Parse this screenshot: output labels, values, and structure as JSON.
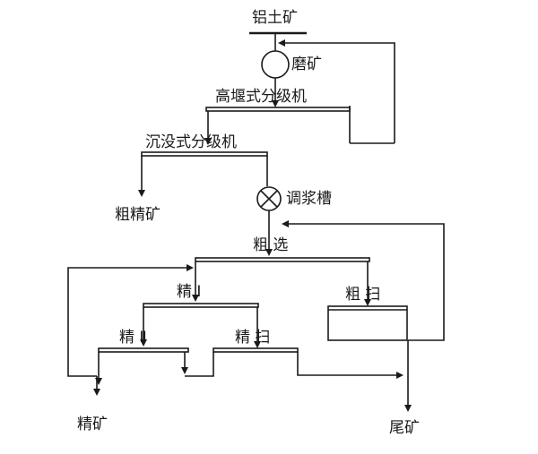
{
  "nodes": {
    "ore": "铝土矿",
    "grinding": "磨矿",
    "weir_classifier": "高堰式分级机",
    "submerged_classifier": "沉没式分级机",
    "rough_concentrate": "粗精矿",
    "conditioning_tank": "调浆槽",
    "roughing": "粗 选",
    "cleaning_1": "精 Ⅰ",
    "scavenging_rough": "粗 扫",
    "cleaning_2": "精 Ⅱ",
    "scavenging_clean": "精 扫",
    "concentrate": "精矿",
    "tailings": "尾矿"
  }
}
